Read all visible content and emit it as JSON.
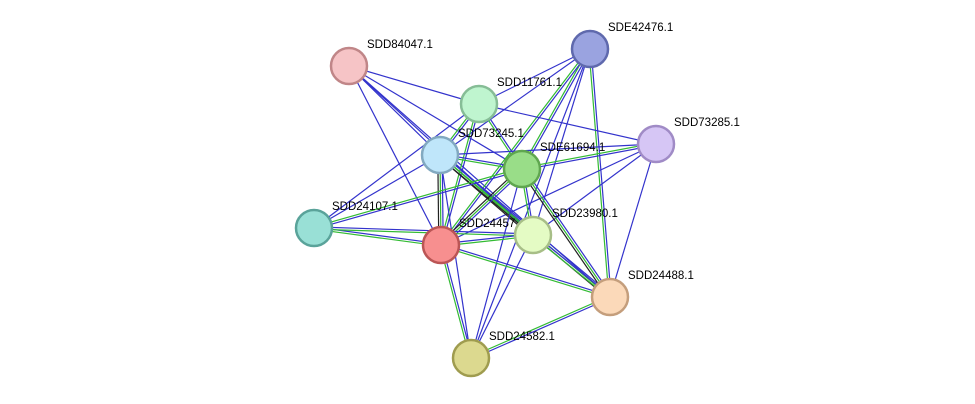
{
  "network": {
    "edge_colors": {
      "blue": "#3333cc",
      "green": "#33bb33",
      "black": "#222222"
    },
    "nodes": [
      {
        "id": "SDD84047.1",
        "label": "SDD84047.1",
        "fill": "#f6c4c6",
        "stroke": "#c08688"
      },
      {
        "id": "SDE42476.1",
        "label": "SDE42476.1",
        "fill": "#9aa3e0",
        "stroke": "#5f69ad"
      },
      {
        "id": "SDD11761.1",
        "label": "SDD11761.1",
        "fill": "#bff5cf",
        "stroke": "#86bd96"
      },
      {
        "id": "SDD73285.1",
        "label": "SDD73285.1",
        "fill": "#d6c6f5",
        "stroke": "#a08bc6"
      },
      {
        "id": "SDD73245.1",
        "label": "SDD73245.1",
        "fill": "#bfe6fa",
        "stroke": "#82a9c0"
      },
      {
        "id": "SDE61694.1",
        "label": "SDE61694.1",
        "fill": "#99dd88",
        "stroke": "#5fa64f"
      },
      {
        "id": "SDD24107.1",
        "label": "SDD24107.1",
        "fill": "#99e0d6",
        "stroke": "#5aa39a"
      },
      {
        "id": "SDD24457",
        "label": "SDD24457",
        "fill": "#f78f8f",
        "stroke": "#bb5555"
      },
      {
        "id": "SDD23980.1",
        "label": "SDD23980.1",
        "fill": "#e4fbc4",
        "stroke": "#a7be87"
      },
      {
        "id": "SDD24488.1",
        "label": "SDD24488.1",
        "fill": "#fbd9b9",
        "stroke": "#c49e7c"
      },
      {
        "id": "SDD24582.1",
        "label": "SDD24582.1",
        "fill": "#dcd98f",
        "stroke": "#9f9c4f"
      }
    ],
    "edges": [
      {
        "a": "SDD84047.1",
        "b": "SDD73245.1",
        "evidence": [
          "blue"
        ]
      },
      {
        "a": "SDD84047.1",
        "b": "SDE61694.1",
        "evidence": [
          "blue"
        ]
      },
      {
        "a": "SDD84047.1",
        "b": "SDD24457",
        "evidence": [
          "blue"
        ]
      },
      {
        "a": "SDD84047.1",
        "b": "SDD23980.1",
        "evidence": [
          "blue"
        ]
      },
      {
        "a": "SDD84047.1",
        "b": "SDD24488.1",
        "evidence": [
          "blue"
        ]
      },
      {
        "a": "SDD84047.1",
        "b": "SDD11761.1",
        "evidence": [
          "blue"
        ]
      },
      {
        "a": "SDE42476.1",
        "b": "SDD11761.1",
        "evidence": [
          "blue"
        ]
      },
      {
        "a": "SDE42476.1",
        "b": "SDD73245.1",
        "evidence": [
          "blue"
        ]
      },
      {
        "a": "SDE42476.1",
        "b": "SDE61694.1",
        "evidence": [
          "blue",
          "green"
        ]
      },
      {
        "a": "SDE42476.1",
        "b": "SDD24457",
        "evidence": [
          "blue",
          "green"
        ]
      },
      {
        "a": "SDE42476.1",
        "b": "SDD23980.1",
        "evidence": [
          "blue"
        ]
      },
      {
        "a": "SDE42476.1",
        "b": "SDD24488.1",
        "evidence": [
          "blue",
          "green"
        ]
      },
      {
        "a": "SDE42476.1",
        "b": "SDD24582.1",
        "evidence": [
          "blue"
        ]
      },
      {
        "a": "SDD11761.1",
        "b": "SDD73285.1",
        "evidence": [
          "blue"
        ]
      },
      {
        "a": "SDD11761.1",
        "b": "SDD73245.1",
        "evidence": [
          "blue",
          "green"
        ]
      },
      {
        "a": "SDD11761.1",
        "b": "SDE61694.1",
        "evidence": [
          "blue",
          "green"
        ]
      },
      {
        "a": "SDD11761.1",
        "b": "SDD24457",
        "evidence": [
          "blue",
          "green"
        ]
      },
      {
        "a": "SDD11761.1",
        "b": "SDD24107.1",
        "evidence": [
          "blue"
        ]
      },
      {
        "a": "SDD73285.1",
        "b": "SDD73245.1",
        "evidence": [
          "blue"
        ]
      },
      {
        "a": "SDD73285.1",
        "b": "SDE61694.1",
        "evidence": [
          "blue",
          "green"
        ]
      },
      {
        "a": "SDD73285.1",
        "b": "SDD24457",
        "evidence": [
          "blue"
        ]
      },
      {
        "a": "SDD73285.1",
        "b": "SDD23980.1",
        "evidence": [
          "blue"
        ]
      },
      {
        "a": "SDD73285.1",
        "b": "SDD24488.1",
        "evidence": [
          "blue"
        ]
      },
      {
        "a": "SDD73245.1",
        "b": "SDE61694.1",
        "evidence": [
          "blue",
          "green"
        ]
      },
      {
        "a": "SDD73245.1",
        "b": "SDD24457",
        "evidence": [
          "blue",
          "green",
          "black"
        ]
      },
      {
        "a": "SDD73245.1",
        "b": "SDD23980.1",
        "evidence": [
          "blue",
          "green",
          "black"
        ]
      },
      {
        "a": "SDD73245.1",
        "b": "SDD24488.1",
        "evidence": [
          "blue",
          "green",
          "black"
        ]
      },
      {
        "a": "SDD73245.1",
        "b": "SDD24107.1",
        "evidence": [
          "blue"
        ]
      },
      {
        "a": "SDD73245.1",
        "b": "SDD24582.1",
        "evidence": [
          "blue"
        ]
      },
      {
        "a": "SDE61694.1",
        "b": "SDD24457",
        "evidence": [
          "blue",
          "green",
          "black"
        ]
      },
      {
        "a": "SDE61694.1",
        "b": "SDD23980.1",
        "evidence": [
          "blue",
          "green"
        ]
      },
      {
        "a": "SDE61694.1",
        "b": "SDD24488.1",
        "evidence": [
          "blue",
          "green",
          "black"
        ]
      },
      {
        "a": "SDE61694.1",
        "b": "SDD24107.1",
        "evidence": [
          "blue",
          "green"
        ]
      },
      {
        "a": "SDE61694.1",
        "b": "SDD24582.1",
        "evidence": [
          "blue"
        ]
      },
      {
        "a": "SDD24107.1",
        "b": "SDD24457",
        "evidence": [
          "blue",
          "green"
        ]
      },
      {
        "a": "SDD24107.1",
        "b": "SDD23980.1",
        "evidence": [
          "blue",
          "green"
        ]
      },
      {
        "a": "SDD24457",
        "b": "SDD23980.1",
        "evidence": [
          "blue",
          "green"
        ]
      },
      {
        "a": "SDD24457",
        "b": "SDD24488.1",
        "evidence": [
          "blue",
          "green"
        ]
      },
      {
        "a": "SDD24457",
        "b": "SDD24582.1",
        "evidence": [
          "blue",
          "green"
        ]
      },
      {
        "a": "SDD23980.1",
        "b": "SDD24488.1",
        "evidence": [
          "blue",
          "green"
        ]
      },
      {
        "a": "SDD23980.1",
        "b": "SDD24582.1",
        "evidence": [
          "blue"
        ]
      },
      {
        "a": "SDD24488.1",
        "b": "SDD24582.1",
        "evidence": [
          "blue",
          "green"
        ]
      }
    ]
  }
}
